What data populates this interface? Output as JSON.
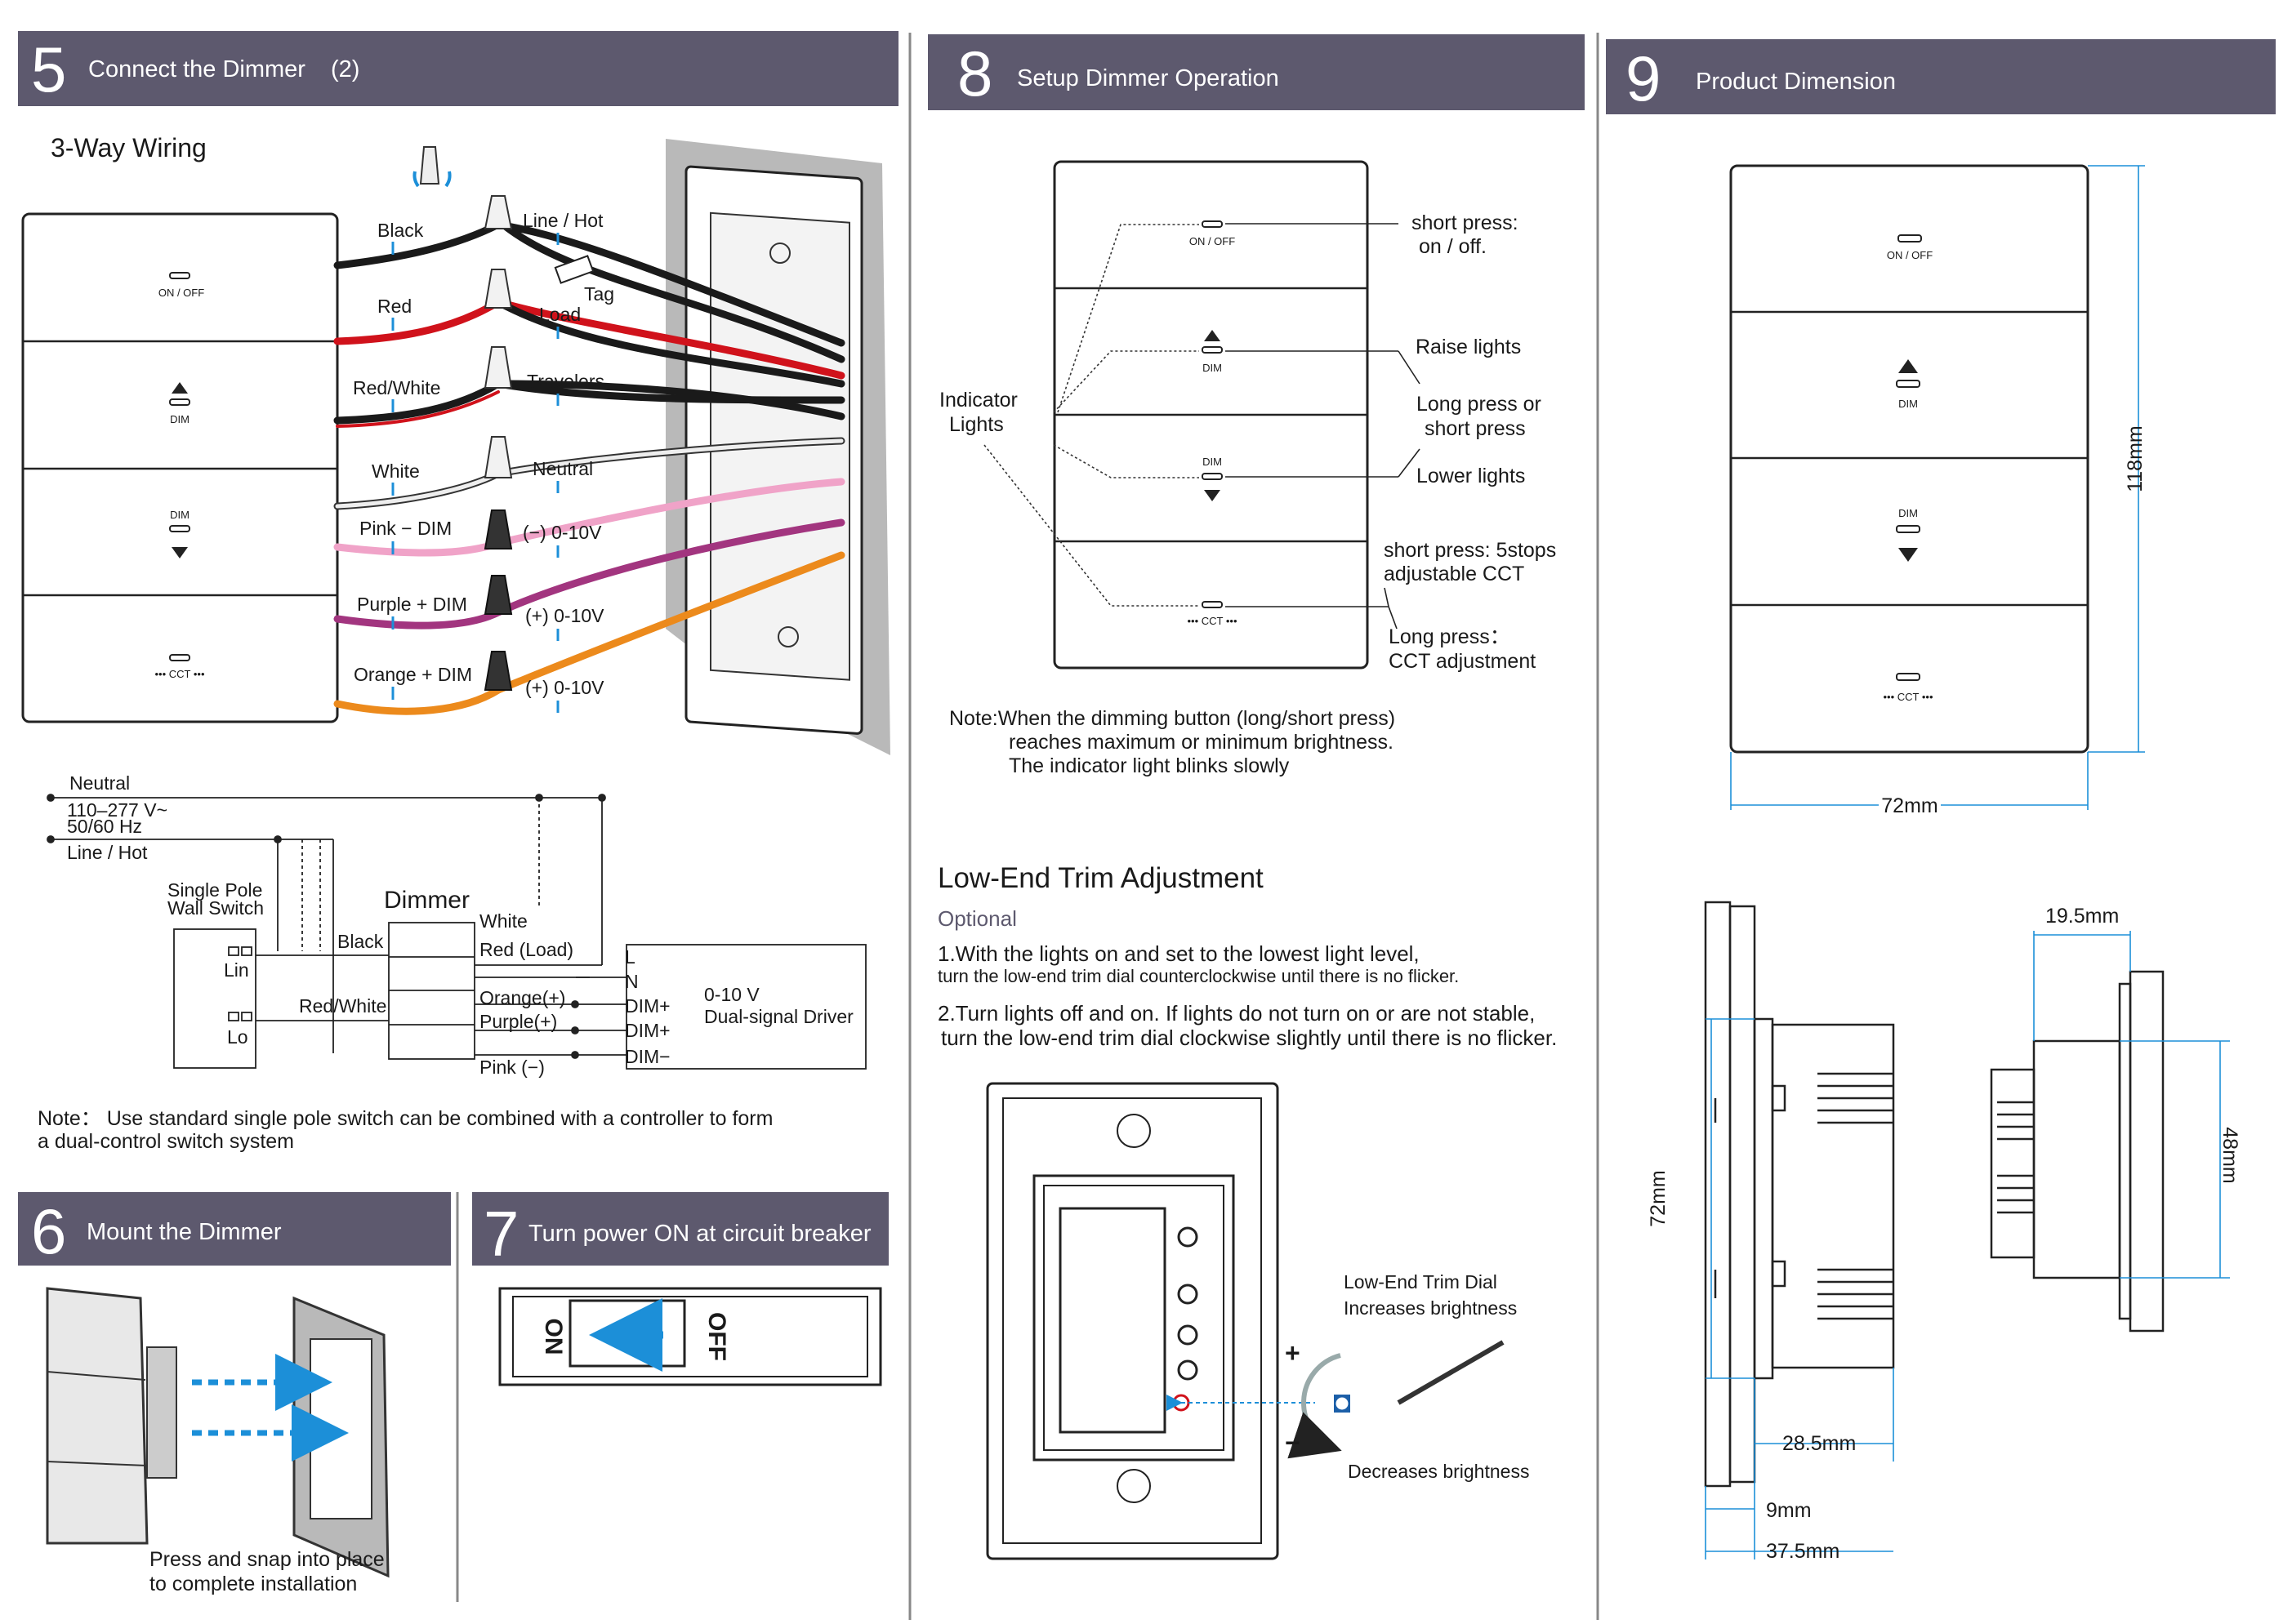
{
  "section5": {
    "number": "5",
    "title": "Connect the Dimmer",
    "title_suffix": "(2)",
    "subtitle": "3-Way Wiring",
    "switch_labels": {
      "on_off": "ON / OFF",
      "dim": "DIM",
      "cct": "••• CCT •••"
    },
    "wire_labels": [
      "Black",
      "Red",
      "Red/White",
      "White",
      "Pink − DIM",
      "Purple + DIM",
      "Orange + DIM"
    ],
    "connection_labels": [
      "Line / Hot",
      "Tag",
      "Load",
      "Travelers",
      "Neutral",
      "(−) 0-10V",
      "(+) 0-10V",
      "(+) 0-10V"
    ],
    "schematic": {
      "neutral": "Neutral",
      "voltage": "110–277 V~",
      "freq": "50/60 Hz",
      "line": "Line / Hot",
      "single_pole_1": "Single Pole",
      "single_pole_2": "Wall Switch",
      "lin": "Lin",
      "lo": "Lo",
      "dimmer": "Dimmer",
      "black": "Black",
      "red_white": "Red/White",
      "white": "White",
      "red_load": "Red (Load)",
      "orange": "Orange(+)",
      "purple": "Purple(+)",
      "pink": "Pink (−)",
      "L": "L",
      "N": "N",
      "dim_plus_1": "DIM+",
      "dim_plus_2": "DIM+",
      "dim_minus": "DIM−",
      "driver_1": "0-10 V",
      "driver_2": "Dual-signal Driver"
    },
    "note_line1": "Note： Use standard single pole switch can be combined with a controller to form",
    "note_line2": "a dual-control switch system"
  },
  "section6": {
    "number": "6",
    "title": "Mount the Dimmer",
    "caption_1": "Press and snap into place",
    "caption_2": "to complete installation"
  },
  "section7": {
    "number": "7",
    "title": "Turn power ON at circuit breaker",
    "on": "ON",
    "off": "OFF"
  },
  "section8": {
    "number": "8",
    "title": "Setup Dimmer Operation",
    "indicator_1": "Indicator",
    "indicator_2": "Lights",
    "switch_labels": {
      "on_off": "ON / OFF",
      "dim": "DIM",
      "cct": "••• CCT •••"
    },
    "callouts": {
      "short_press": "short press:",
      "on_off": "on / off.",
      "raise": "Raise lights",
      "long_press_or": "Long press or",
      "short_press2": "short press",
      "lower": "Lower lights",
      "cct_short_1": "short press: 5stops",
      "cct_short_2": "adjustable CCT",
      "cct_long_1": "Long press：",
      "cct_long_2": "CCT adjustment"
    },
    "note_1": "Note:When the dimming button (long/short press)",
    "note_2": "reaches maximum or minimum brightness.",
    "note_3": "The indicator light blinks slowly",
    "trim_title": "Low-End Trim Adjustment",
    "trim_optional": "Optional",
    "step1_a": "1.With the lights on and set to the lowest light level,",
    "step1_b": "turn the low-end trim dial counterclockwise until there is no flicker.",
    "step2_a": "2.Turn lights off and on. If lights do not turn on  or are not stable,",
    "step2_b": "turn the low-end trim dial  clockwise slightly until there is no flicker.",
    "dial_1": "Low-End Trim Dial",
    "dial_2": "Increases brightness",
    "dial_3": "Decreases brightness",
    "plus": "+",
    "minus": "−"
  },
  "section9": {
    "number": "9",
    "title": "Product Dimension",
    "switch_labels": {
      "on_off": "ON / OFF",
      "dim": "DIM",
      "cct": "••• CCT •••"
    },
    "height": "118mm",
    "width": "72mm",
    "side_height": "72mm",
    "d1": "28.5mm",
    "d2": "9mm",
    "d3": "37.5mm",
    "top_depth": "19.5mm",
    "back_height": "48mm"
  },
  "colors": {
    "header_bg": "#5d596e",
    "dimension_blue": "#1c8fd8",
    "black_wire": "#1a1a1a",
    "red_wire": "#d0121b",
    "white_wire": "#eeeeee",
    "pink_wire": "#f0a3c8",
    "purple_wire": "#a2357f",
    "orange_wire": "#ec8a1c"
  }
}
